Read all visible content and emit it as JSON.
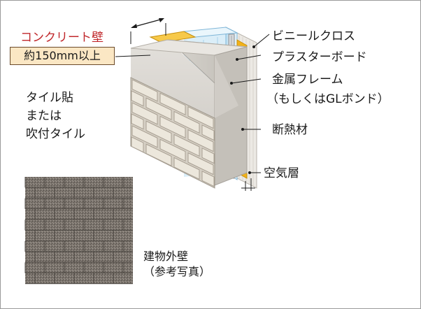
{
  "callouts": {
    "concrete_wall": "コンクリート壁",
    "thickness": "約150mm以上",
    "vinyl_cloth": "ビニールクロス",
    "plaster_board": "プラスターボード",
    "metal_frame": "金属フレーム",
    "gl_bond": "（もしくはGLボンド）",
    "insulation": "断熱材",
    "air_layer": "空気層"
  },
  "finish_note": [
    "タイル貼",
    "または",
    "吹付タイル"
  ],
  "photo_caption": [
    "建物外壁",
    "（参考写真）"
  ],
  "colors": {
    "concrete_label": "#c0282c",
    "thickness_box_fill": "#fbe7c4",
    "thickness_box_border": "#6b4a2a",
    "insulation": "#f2b21a",
    "board": "#cfe6f3",
    "tile": "#ece7dc",
    "concrete": "#d4d1cc",
    "photo_tile": "#7d766f"
  }
}
